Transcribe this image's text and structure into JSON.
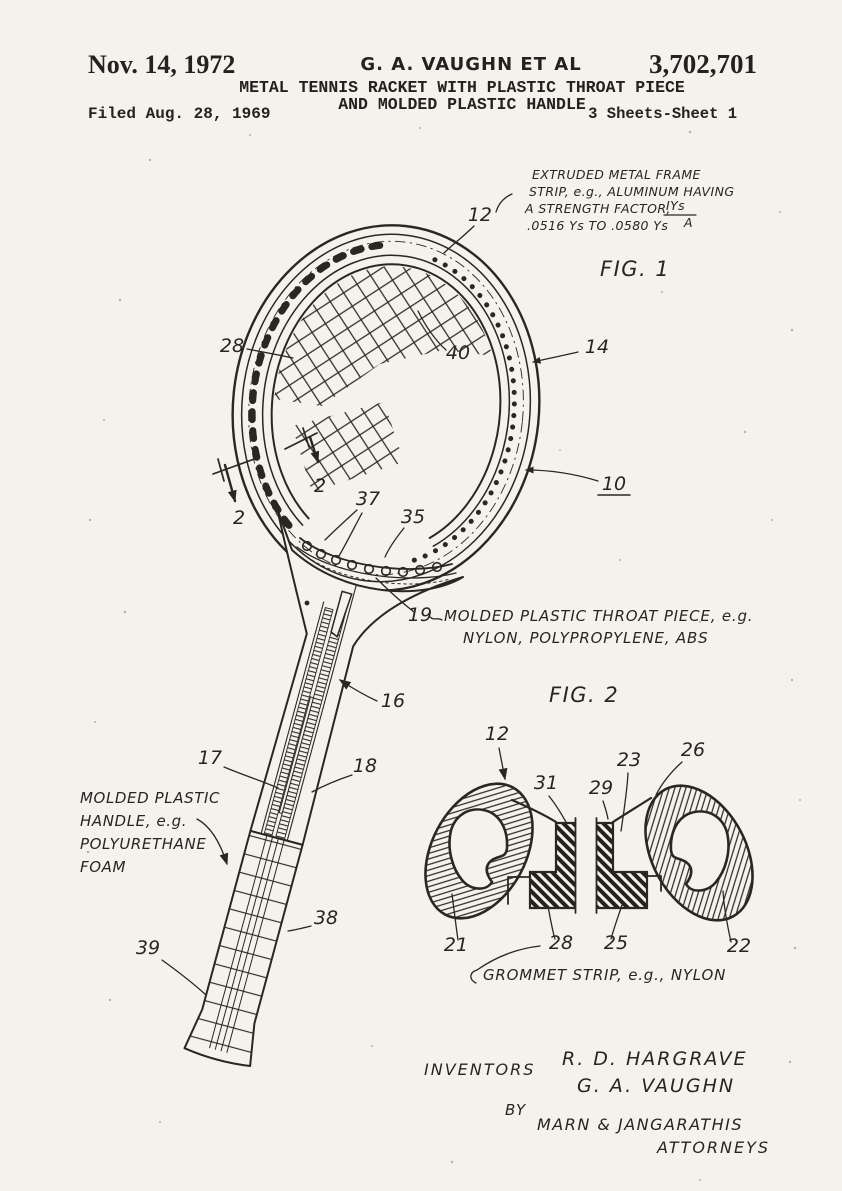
{
  "header": {
    "date": "Nov. 14, 1972",
    "author": "G. A. VAUGHN  ET AL",
    "patent_number": "3,702,701",
    "title_line1": "METAL TENNIS RACKET WITH PLASTIC THROAT PIECE",
    "title_line2": "AND MOLDED PLASTIC HANDLE",
    "filed": "Filed Aug. 28, 1969",
    "sheet": "3 Sheets-Sheet 1"
  },
  "fig1": {
    "caption": "FIG. 1",
    "frame_note": {
      "l1": "EXTRUDED METAL FRAME",
      "l2": "STRIP, e.g., ALUMINUM HAVING",
      "l3": "A STRENGTH FACTOR,",
      "numerator": "IYs",
      "l4": ".0516 Ys TO .0580 Ys",
      "denominator": "A"
    },
    "throat_note": {
      "l1": "MOLDED PLASTIC THROAT PIECE, e.g.",
      "l2": "NYLON, POLYPROPYLENE, ABS"
    },
    "handle_note": {
      "l1": "MOLDED PLASTIC",
      "l2": "HANDLE, e.g.",
      "l3": "POLYURETHANE",
      "l4": "FOAM"
    },
    "labels": {
      "r12": "12",
      "r28": "28",
      "r40": "40",
      "r14": "14",
      "r10": "10",
      "r2": "2",
      "r37": "37",
      "r35": "35",
      "r19": "19",
      "r16": "16",
      "r17": "17",
      "r18": "18",
      "r38": "38",
      "r39": "39"
    }
  },
  "fig2": {
    "caption": "FIG. 2",
    "grommet_note": "GROMMET STRIP, e.g., NYLON",
    "labels": {
      "r12": "12",
      "r31": "31",
      "r29": "29",
      "r23": "23",
      "r26": "26",
      "r21": "21",
      "r28": "28",
      "r25": "25",
      "r22": "22"
    }
  },
  "signature": {
    "inventors_label": "INVENTORS",
    "inventor1": "R. D. HARGRAVE",
    "inventor2": "G. A. VAUGHN",
    "by_label": "BY",
    "firm": "MARN & JANGARATHIS",
    "attorneys_label": "ATTORNEYS"
  }
}
